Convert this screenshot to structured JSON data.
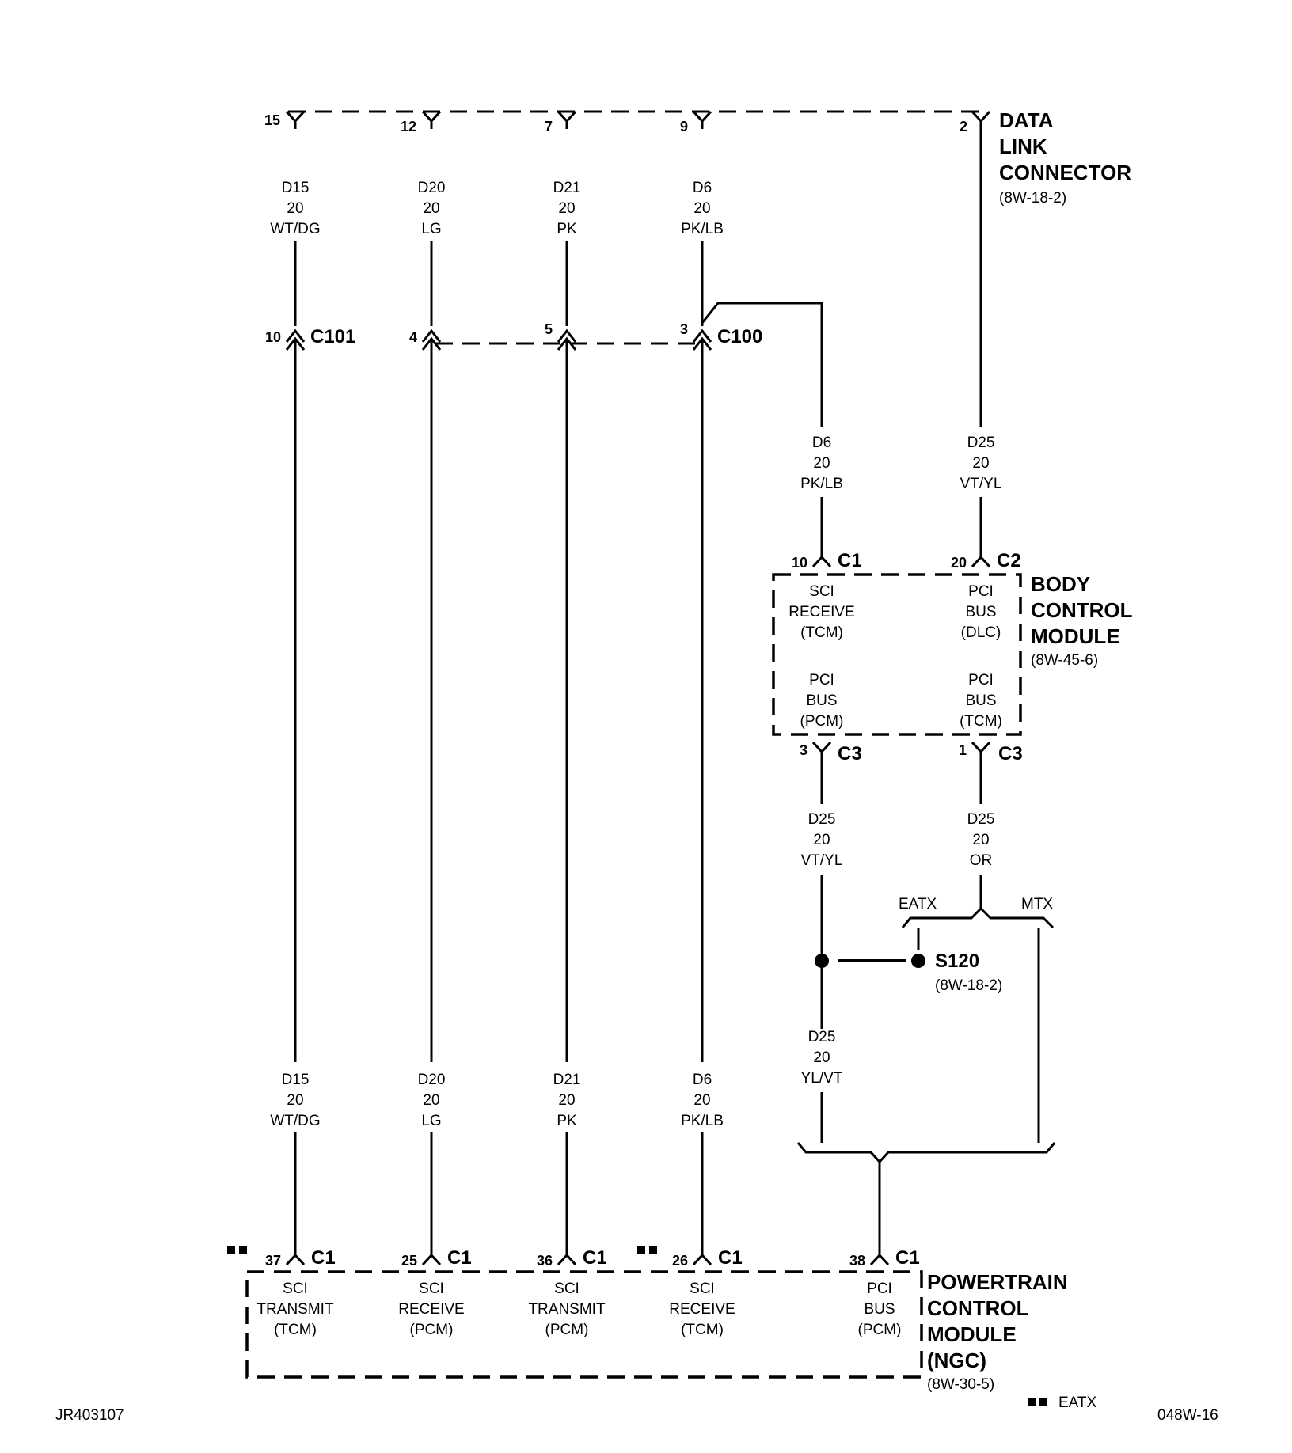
{
  "modules": {
    "dlc": {
      "lines": [
        "DATA",
        "LINK",
        "CONNECTOR"
      ],
      "ref": "(8W-18-2)"
    },
    "bcm": {
      "lines": [
        "BODY",
        "CONTROL",
        "MODULE"
      ],
      "ref": "(8W-45-6)"
    },
    "pcm": {
      "lines": [
        "POWERTRAIN",
        "CONTROL",
        "MODULE",
        "(NGC)"
      ],
      "ref": "(8W-30-5)"
    }
  },
  "dlc_pins": [
    "15",
    "12",
    "7",
    "9",
    "2"
  ],
  "inline_connectors": {
    "c101": {
      "name": "C101",
      "pin": "10"
    },
    "c100": {
      "name": "C100",
      "pins": [
        "4",
        "5",
        "3"
      ]
    }
  },
  "wires_top": [
    {
      "circuit": "D15",
      "gauge": "20",
      "color": "WT/DG"
    },
    {
      "circuit": "D20",
      "gauge": "20",
      "color": "LG"
    },
    {
      "circuit": "D21",
      "gauge": "20",
      "color": "PK"
    },
    {
      "circuit": "D6",
      "gauge": "20",
      "color": "PK/LB"
    }
  ],
  "wires_bottom": [
    {
      "circuit": "D15",
      "gauge": "20",
      "color": "WT/DG"
    },
    {
      "circuit": "D20",
      "gauge": "20",
      "color": "LG"
    },
    {
      "circuit": "D21",
      "gauge": "20",
      "color": "PK"
    },
    {
      "circuit": "D6",
      "gauge": "20",
      "color": "PK/LB"
    }
  ],
  "wire_bcm_in_left": {
    "circuit": "D6",
    "gauge": "20",
    "color": "PK/LB"
  },
  "wire_bcm_in_right": {
    "circuit": "D25",
    "gauge": "20",
    "color": "VT/YL"
  },
  "wire_bcm_out_left": {
    "circuit": "D25",
    "gauge": "20",
    "color": "VT/YL"
  },
  "wire_bcm_out_right": {
    "circuit": "D25",
    "gauge": "20",
    "color": "OR"
  },
  "wire_splice_down": {
    "circuit": "D25",
    "gauge": "20",
    "color": "YL/VT"
  },
  "bcm_pins": {
    "top_left": {
      "pin": "10",
      "conn": "C1",
      "lines": [
        "SCI",
        "RECEIVE",
        "(TCM)"
      ]
    },
    "top_right": {
      "pin": "20",
      "conn": "C2",
      "lines": [
        "PCI",
        "BUS",
        "(DLC)"
      ]
    },
    "bottom_left": {
      "pin": "3",
      "conn": "C3",
      "lines": [
        "PCI",
        "BUS",
        "(PCM)"
      ]
    },
    "bottom_right": {
      "pin": "1",
      "conn": "C3",
      "lines": [
        "PCI",
        "BUS",
        "(TCM)"
      ]
    }
  },
  "pcm_pins": [
    {
      "pin": "37",
      "conn": "C1",
      "lines": [
        "SCI",
        "TRANSMIT",
        "(TCM)"
      ]
    },
    {
      "pin": "25",
      "conn": "C1",
      "lines": [
        "SCI",
        "RECEIVE",
        "(PCM)"
      ]
    },
    {
      "pin": "36",
      "conn": "C1",
      "lines": [
        "SCI",
        "TRANSMIT",
        "(PCM)"
      ]
    },
    {
      "pin": "26",
      "conn": "C1",
      "lines": [
        "SCI",
        "RECEIVE",
        "(TCM)"
      ]
    },
    {
      "pin": "38",
      "conn": "C1",
      "lines": [
        "PCI",
        "BUS",
        "(PCM)"
      ]
    }
  ],
  "options": {
    "eatx": "EATX",
    "mtx": "MTX"
  },
  "splice": {
    "name": "S120",
    "ref": "(8W-18-2)"
  },
  "legend": {
    "symbol": "■■",
    "text": "EATX"
  },
  "footer": {
    "left": "JR403107",
    "right": "048W-16"
  }
}
